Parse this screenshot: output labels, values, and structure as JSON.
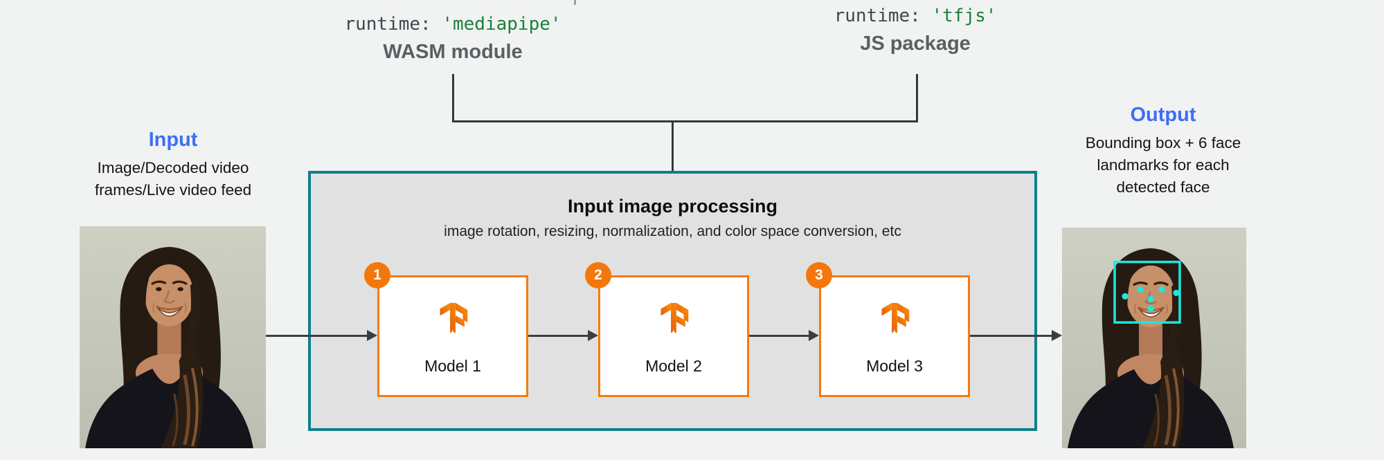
{
  "colors": {
    "background": "#f1f2f2",
    "accent_teal": "#0d7f8a",
    "accent_orange": "#f57b0d",
    "accent_blue": "#3e6ef5",
    "code_green": "#1a8038",
    "code_gray": "#3f464c",
    "arrow_gray": "#3a3e42",
    "detection_cyan": "#1ce8de",
    "process_box_fill": "#e1e1e1"
  },
  "runtime_mediapipe": {
    "code_key": "runtime: ",
    "code_value": "'mediapipe'",
    "label": "WASM module"
  },
  "runtime_tfjs": {
    "code_key": "runtime: ",
    "code_value": "'tfjs'",
    "label": "JS package"
  },
  "input": {
    "title": "Input",
    "line1": "Image/Decoded video",
    "line2": "frames/Live video feed"
  },
  "output": {
    "title": "Output",
    "line1": "Bounding box + 6 face",
    "line2": "landmarks for each",
    "line3": "detected face"
  },
  "processing_box": {
    "title": "Input image processing",
    "subtitle": "image rotation, resizing, normalization, and color space conversion, etc",
    "models": [
      {
        "badge": "1",
        "label": "Model 1"
      },
      {
        "badge": "2",
        "label": "Model 2"
      },
      {
        "badge": "3",
        "label": "Model 3"
      }
    ]
  },
  "photos": {
    "input_alt": "woman portrait (input image)",
    "output_alt": "woman portrait with detected face bounding box and 6 landmarks"
  }
}
